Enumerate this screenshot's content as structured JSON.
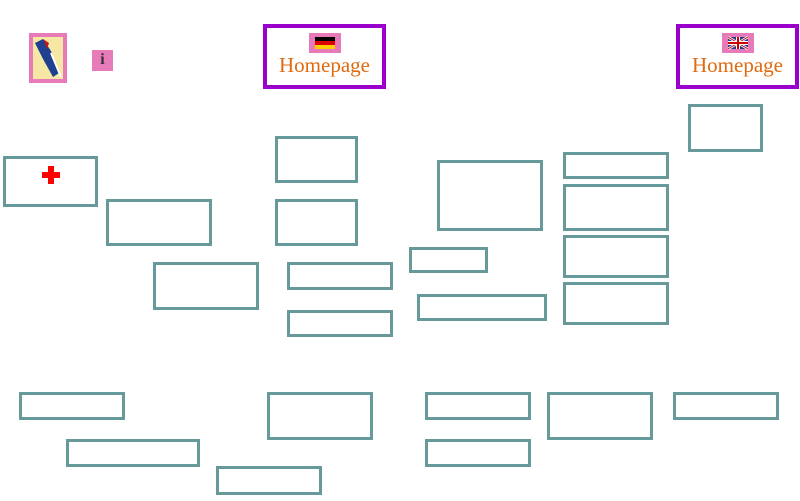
{
  "header": {
    "logo_icon": "woodpecker-logo-icon",
    "info_icon": "info-icon",
    "info_glyph": "i"
  },
  "homepage_links": [
    {
      "label": "Homepage",
      "language": "German",
      "flag_icon": "german-flag-icon"
    },
    {
      "label": "Homepage",
      "language": "English",
      "flag_icon": "uk-flag-icon"
    }
  ],
  "colors": {
    "box_border": "#669999",
    "home_border": "#9900cc",
    "home_text": "#e06a10",
    "cross": "#ff0000",
    "pink_tile": "#e77ab9"
  },
  "first_aid": {
    "icon": "red-cross-icon"
  }
}
